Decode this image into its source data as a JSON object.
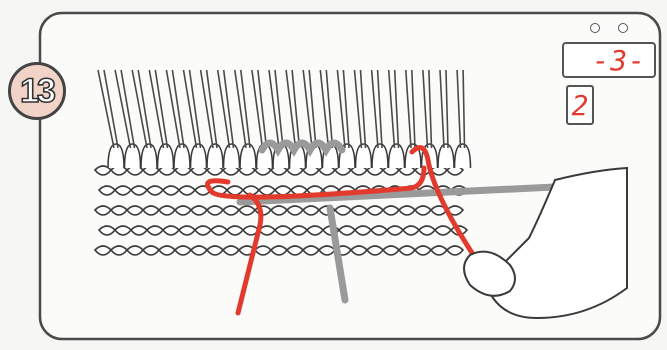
{
  "step": {
    "number": "13"
  },
  "display": {
    "counter": "-3-",
    "row": "2"
  },
  "colors": {
    "yarn_red": "#e23b2e",
    "needle_gray": "#9a9a9a",
    "outline": "#3a3a3a",
    "badge_fill": "#f2d3c8"
  },
  "icons": {
    "lamps": [
      "indicator-lamp-left",
      "indicator-lamp-right"
    ]
  }
}
